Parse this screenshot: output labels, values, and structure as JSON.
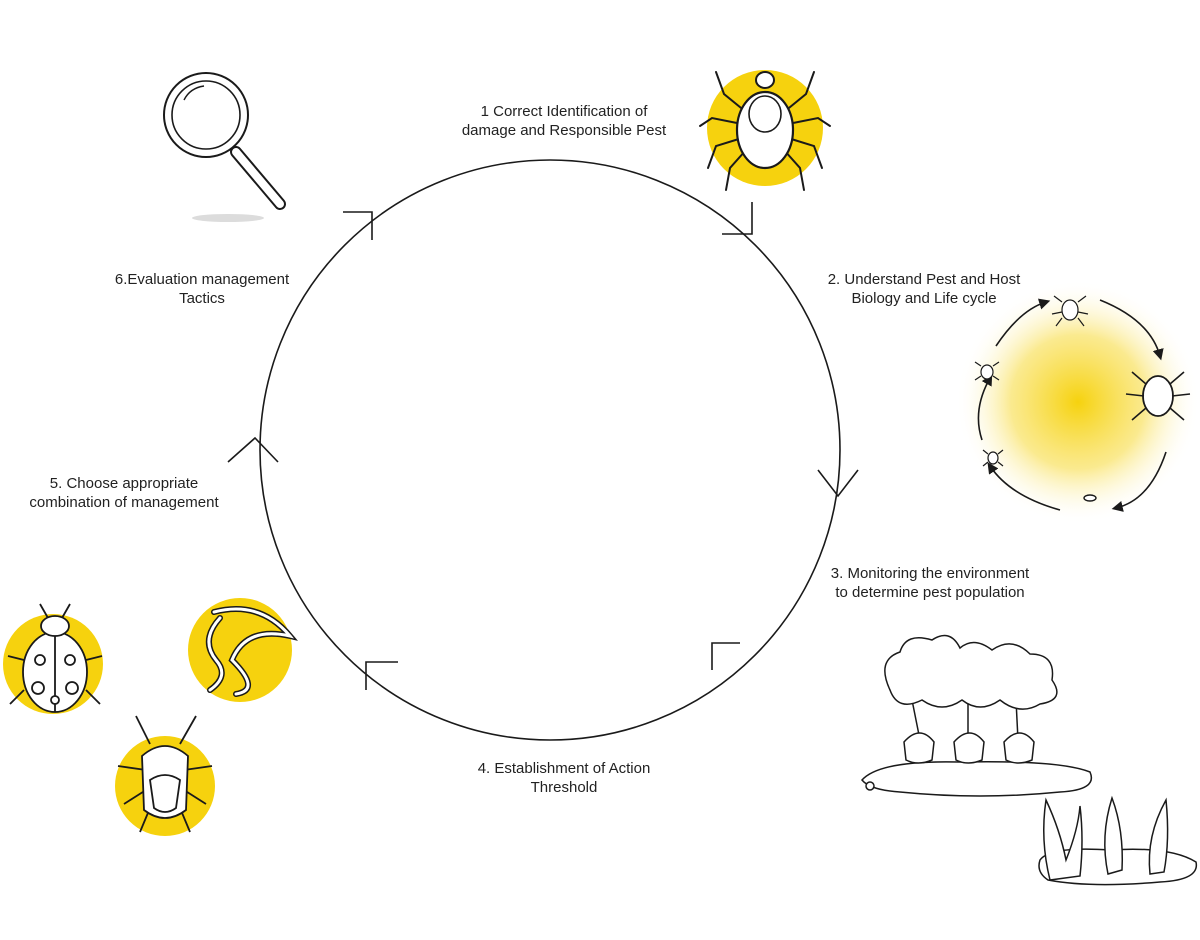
{
  "diagram": {
    "steps": [
      {
        "line1": "1 Correct Identification of",
        "line2": "damage and Responsible Pest",
        "icon": "tick-icon"
      },
      {
        "line1": "2. Understand Pest and Host",
        "line2": "Biology and Life cycle",
        "icon": "tick-life-cycle-icon"
      },
      {
        "line1": "3. Monitoring the environment",
        "line2": "to determine pest population",
        "icon": "infested-crops-icon"
      },
      {
        "line1": "4. Establishment of Action",
        "line2": "Threshold",
        "icon": ""
      },
      {
        "line1": "5. Choose appropriate",
        "line2": "combination of management",
        "icon": "beneficial-organisms-icon"
      },
      {
        "line1": "6.Evaluation management",
        "line2": "Tactics",
        "icon": "magnifying-glass-icon"
      }
    ],
    "colors": {
      "accent": "#f6d20e",
      "line": "#1a1a1a",
      "text": "#222222",
      "shadow": "#dcdcdc"
    }
  }
}
